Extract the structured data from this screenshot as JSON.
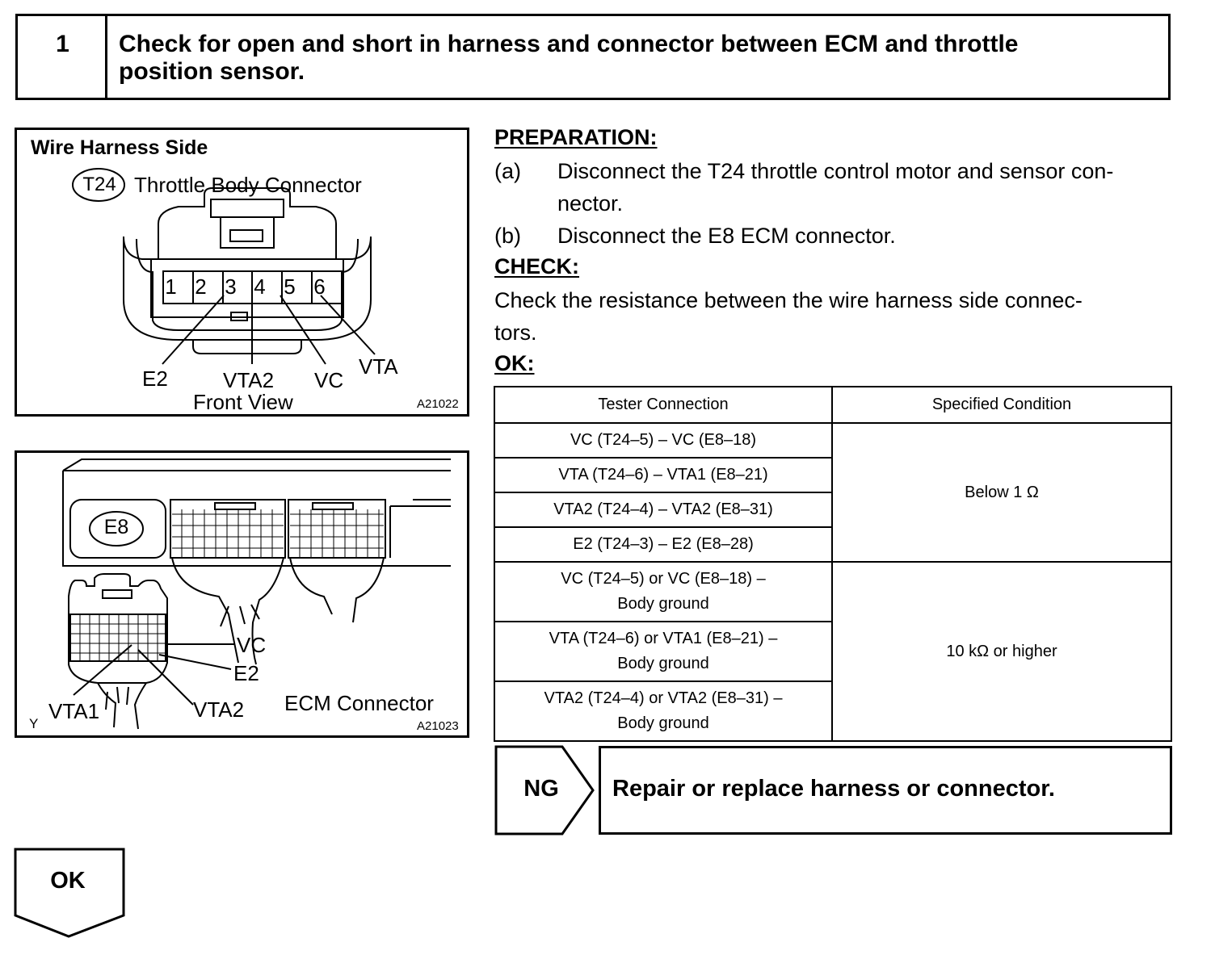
{
  "step": {
    "number": "1",
    "title_line1": "Check for open and short in harness and connector between ECM and throttle",
    "title_line2": "position sensor."
  },
  "figure1": {
    "heading": "Wire Harness Side",
    "connector_code": "T24",
    "connector_name": "Throttle Body Connector",
    "pins": [
      "1",
      "2",
      "3",
      "4",
      "5",
      "6"
    ],
    "labels": {
      "e2": "E2",
      "vta2": "VTA2",
      "vc": "VC",
      "vta": "VTA"
    },
    "view": "Front View",
    "figure_id": "A21022"
  },
  "figure2": {
    "connector_code": "E8",
    "labels": {
      "vc": "VC",
      "e2": "E2",
      "vta1": "VTA1",
      "vta2": "VTA2"
    },
    "caption": "ECM Connector",
    "corner_mark": "Y",
    "figure_id": "A21023"
  },
  "preparation": {
    "heading": "PREPARATION:",
    "items": [
      {
        "letter": "(a)",
        "line1": "Disconnect the T24 throttle control motor and sensor con-",
        "line2": "nector."
      },
      {
        "letter": "(b)",
        "line1": "Disconnect the E8 ECM connector."
      }
    ]
  },
  "check": {
    "heading": "CHECK:",
    "line1": "Check the resistance between the wire harness side connec-",
    "line2": "tors."
  },
  "ok": {
    "heading": "OK:",
    "table": {
      "headers": [
        "Tester Connection",
        "Specified Condition"
      ],
      "group1": {
        "rows": [
          "VC (T24–5) – VC (E8–18)",
          "VTA (T24–6) – VTA1 (E8–21)",
          "VTA2 (T24–4) – VTA2 (E8–31)",
          "E2 (T24–3) – E2 (E8–28)"
        ],
        "condition": "Below 1 Ω"
      },
      "group2": {
        "rows": [
          {
            "line1": "VC (T24–5) or VC (E8–18) –",
            "line2": "Body ground"
          },
          {
            "line1": "VTA (T24–6) or VTA1 (E8–21) –",
            "line2": "Body ground"
          },
          {
            "line1": "VTA2 (T24–4) or VTA2 (E8–31) –",
            "line2": "Body ground"
          }
        ],
        "condition": "10 kΩ or higher"
      }
    }
  },
  "ng": {
    "label": "NG",
    "action": "Repair or replace harness or connector."
  },
  "ok_flow": {
    "label": "OK"
  }
}
